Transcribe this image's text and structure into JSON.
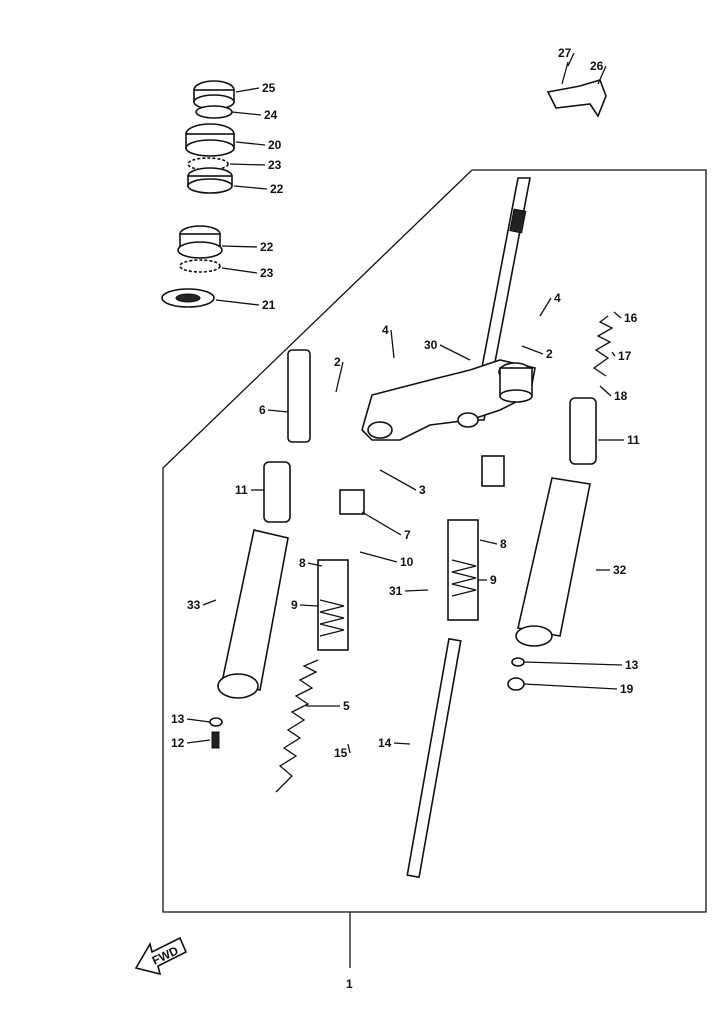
{
  "diagram": {
    "title": "Front fork exploded parts diagram",
    "direction_badge": "FWD",
    "assembly_number": "1",
    "part_labels": [
      "25",
      "24",
      "20",
      "23",
      "22",
      "22",
      "23",
      "21",
      "27",
      "26",
      "4",
      "4",
      "30",
      "2",
      "2",
      "16",
      "17",
      "18",
      "6",
      "11",
      "11",
      "3",
      "7",
      "10",
      "8",
      "8",
      "9",
      "9",
      "31",
      "32",
      "33",
      "13",
      "19",
      "5",
      "13",
      "12",
      "14",
      "15"
    ]
  }
}
